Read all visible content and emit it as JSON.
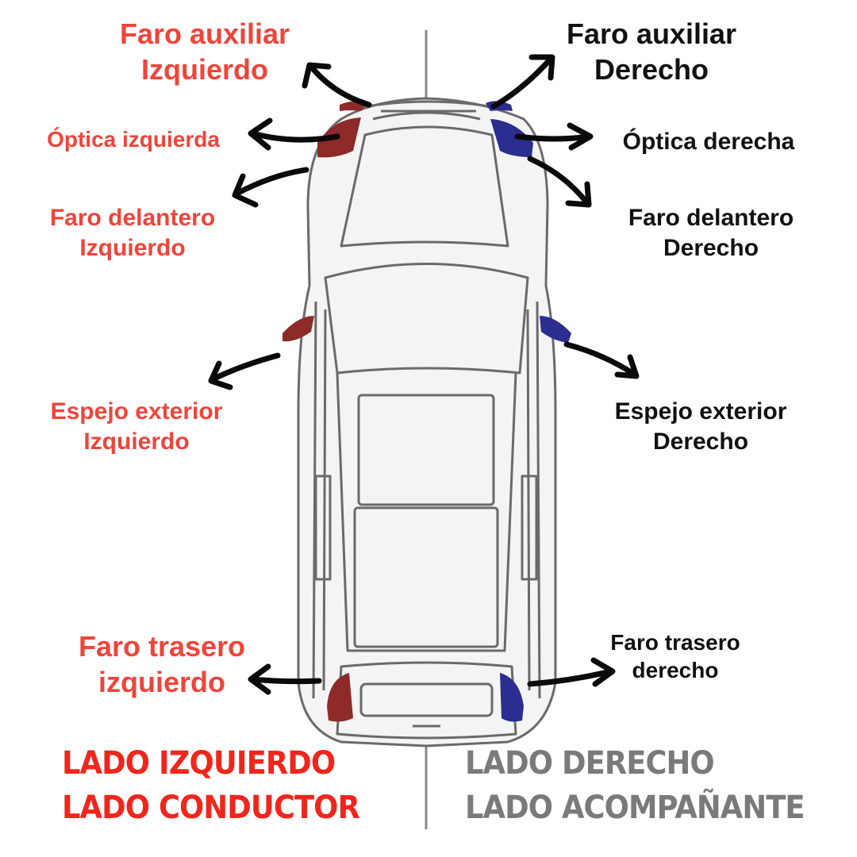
{
  "colors": {
    "left_side_text": "#f0443a",
    "right_side_text": "#111111",
    "left_footer": "#f0261d",
    "right_footer": "#7a7a7a",
    "left_light": "#8e2a2a",
    "right_light": "#2b2d8f"
  },
  "left_labels": {
    "faro_auxiliar": {
      "line1": "Faro auxiliar",
      "line2": "Izquierdo"
    },
    "optica": {
      "line1": "Óptica izquierda"
    },
    "faro_delantero": {
      "line1": "Faro delantero",
      "line2": "Izquierdo"
    },
    "espejo": {
      "line1": "Espejo exterior",
      "line2": "Izquierdo"
    },
    "faro_trasero": {
      "line1": "Faro trasero",
      "line2": "izquierdo"
    }
  },
  "right_labels": {
    "faro_auxiliar": {
      "line1": "Faro auxiliar",
      "line2": "Derecho"
    },
    "optica": {
      "line1": "Óptica derecha"
    },
    "faro_delantero": {
      "line1": "Faro delantero",
      "line2": "Derecho"
    },
    "espejo": {
      "line1": "Espejo exterior",
      "line2": "Derecho"
    },
    "faro_trasero": {
      "line1": "Faro trasero",
      "line2": "derecho"
    }
  },
  "footer": {
    "left": {
      "line1": "LADO IZQUIERDO",
      "line2": "LADO CONDUCTOR"
    },
    "right": {
      "line1": "LADO DERECHO",
      "line2": "LADO ACOMPAÑANTE"
    }
  }
}
